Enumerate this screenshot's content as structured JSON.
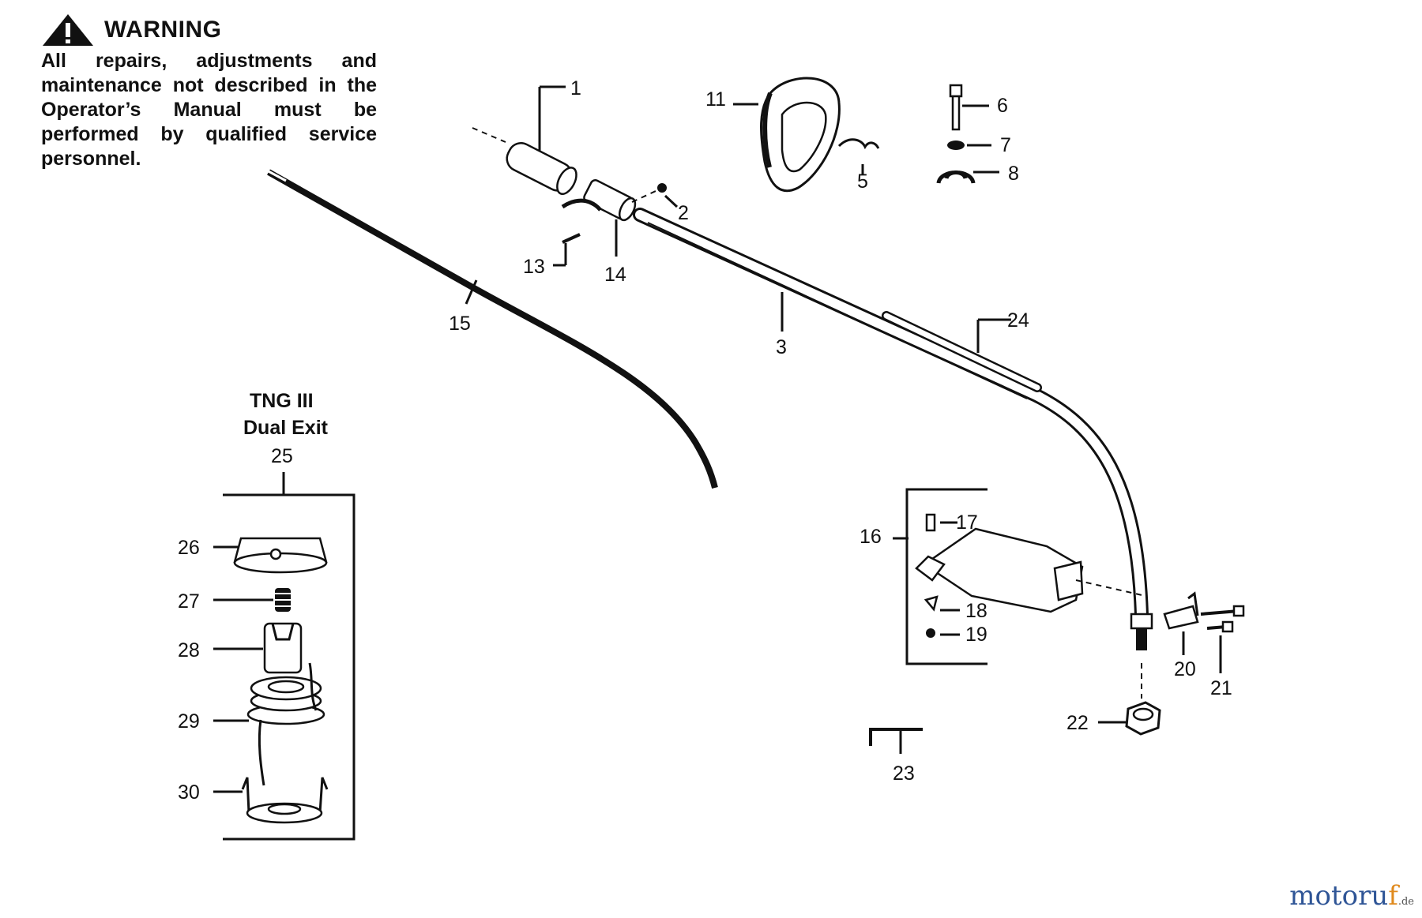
{
  "warning": {
    "heading": "WARNING",
    "text": "All repairs, adjustments and maintenance not described in the Operator’s Manual must be performed by qualified service personnel."
  },
  "inset": {
    "title_line1": "TNG III",
    "title_line2": "Dual Exit",
    "number": "25"
  },
  "parts": {
    "p1": "1",
    "p2": "2",
    "p3": "3",
    "p5": "5",
    "p6": "6",
    "p7": "7",
    "p8": "8",
    "p11": "11",
    "p13": "13",
    "p14": "14",
    "p15": "15",
    "p16": "16",
    "p17": "17",
    "p18": "18",
    "p19": "19",
    "p20": "20",
    "p21": "21",
    "p22": "22",
    "p23": "23",
    "p24": "24",
    "p26": "26",
    "p27": "27",
    "p28": "28",
    "p29": "29",
    "p30": "30"
  },
  "watermark": {
    "main": "motoru",
    "accent": "f",
    "suffix": ".de"
  },
  "icons": {
    "warning": "warning-triangle-icon"
  }
}
